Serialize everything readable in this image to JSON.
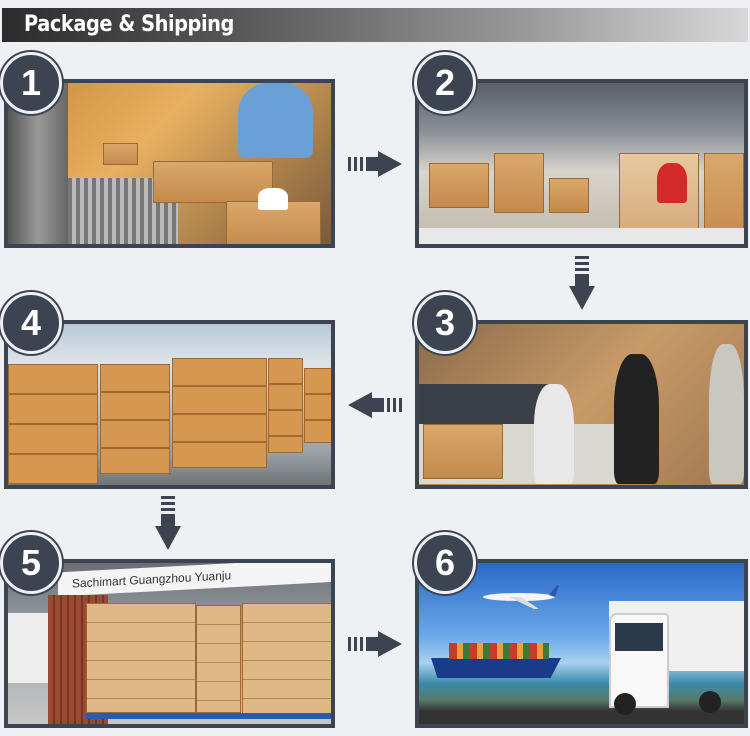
{
  "header": {
    "title": "Package & Shipping"
  },
  "steps": [
    {
      "number": "1",
      "scene": "packing-line"
    },
    {
      "number": "2",
      "scene": "warehouse-sorting"
    },
    {
      "number": "3",
      "scene": "office-processing"
    },
    {
      "number": "4",
      "scene": "boxed-stock"
    },
    {
      "number": "5",
      "scene": "container-loading",
      "sign_text": "Sachimart  Guangzhou Yuanju"
    },
    {
      "number": "6",
      "scene": "air-sea-road-transport"
    }
  ],
  "colors": {
    "frame": "#3c4452",
    "background": "#eef0f3",
    "arrow": "#3c4452"
  }
}
